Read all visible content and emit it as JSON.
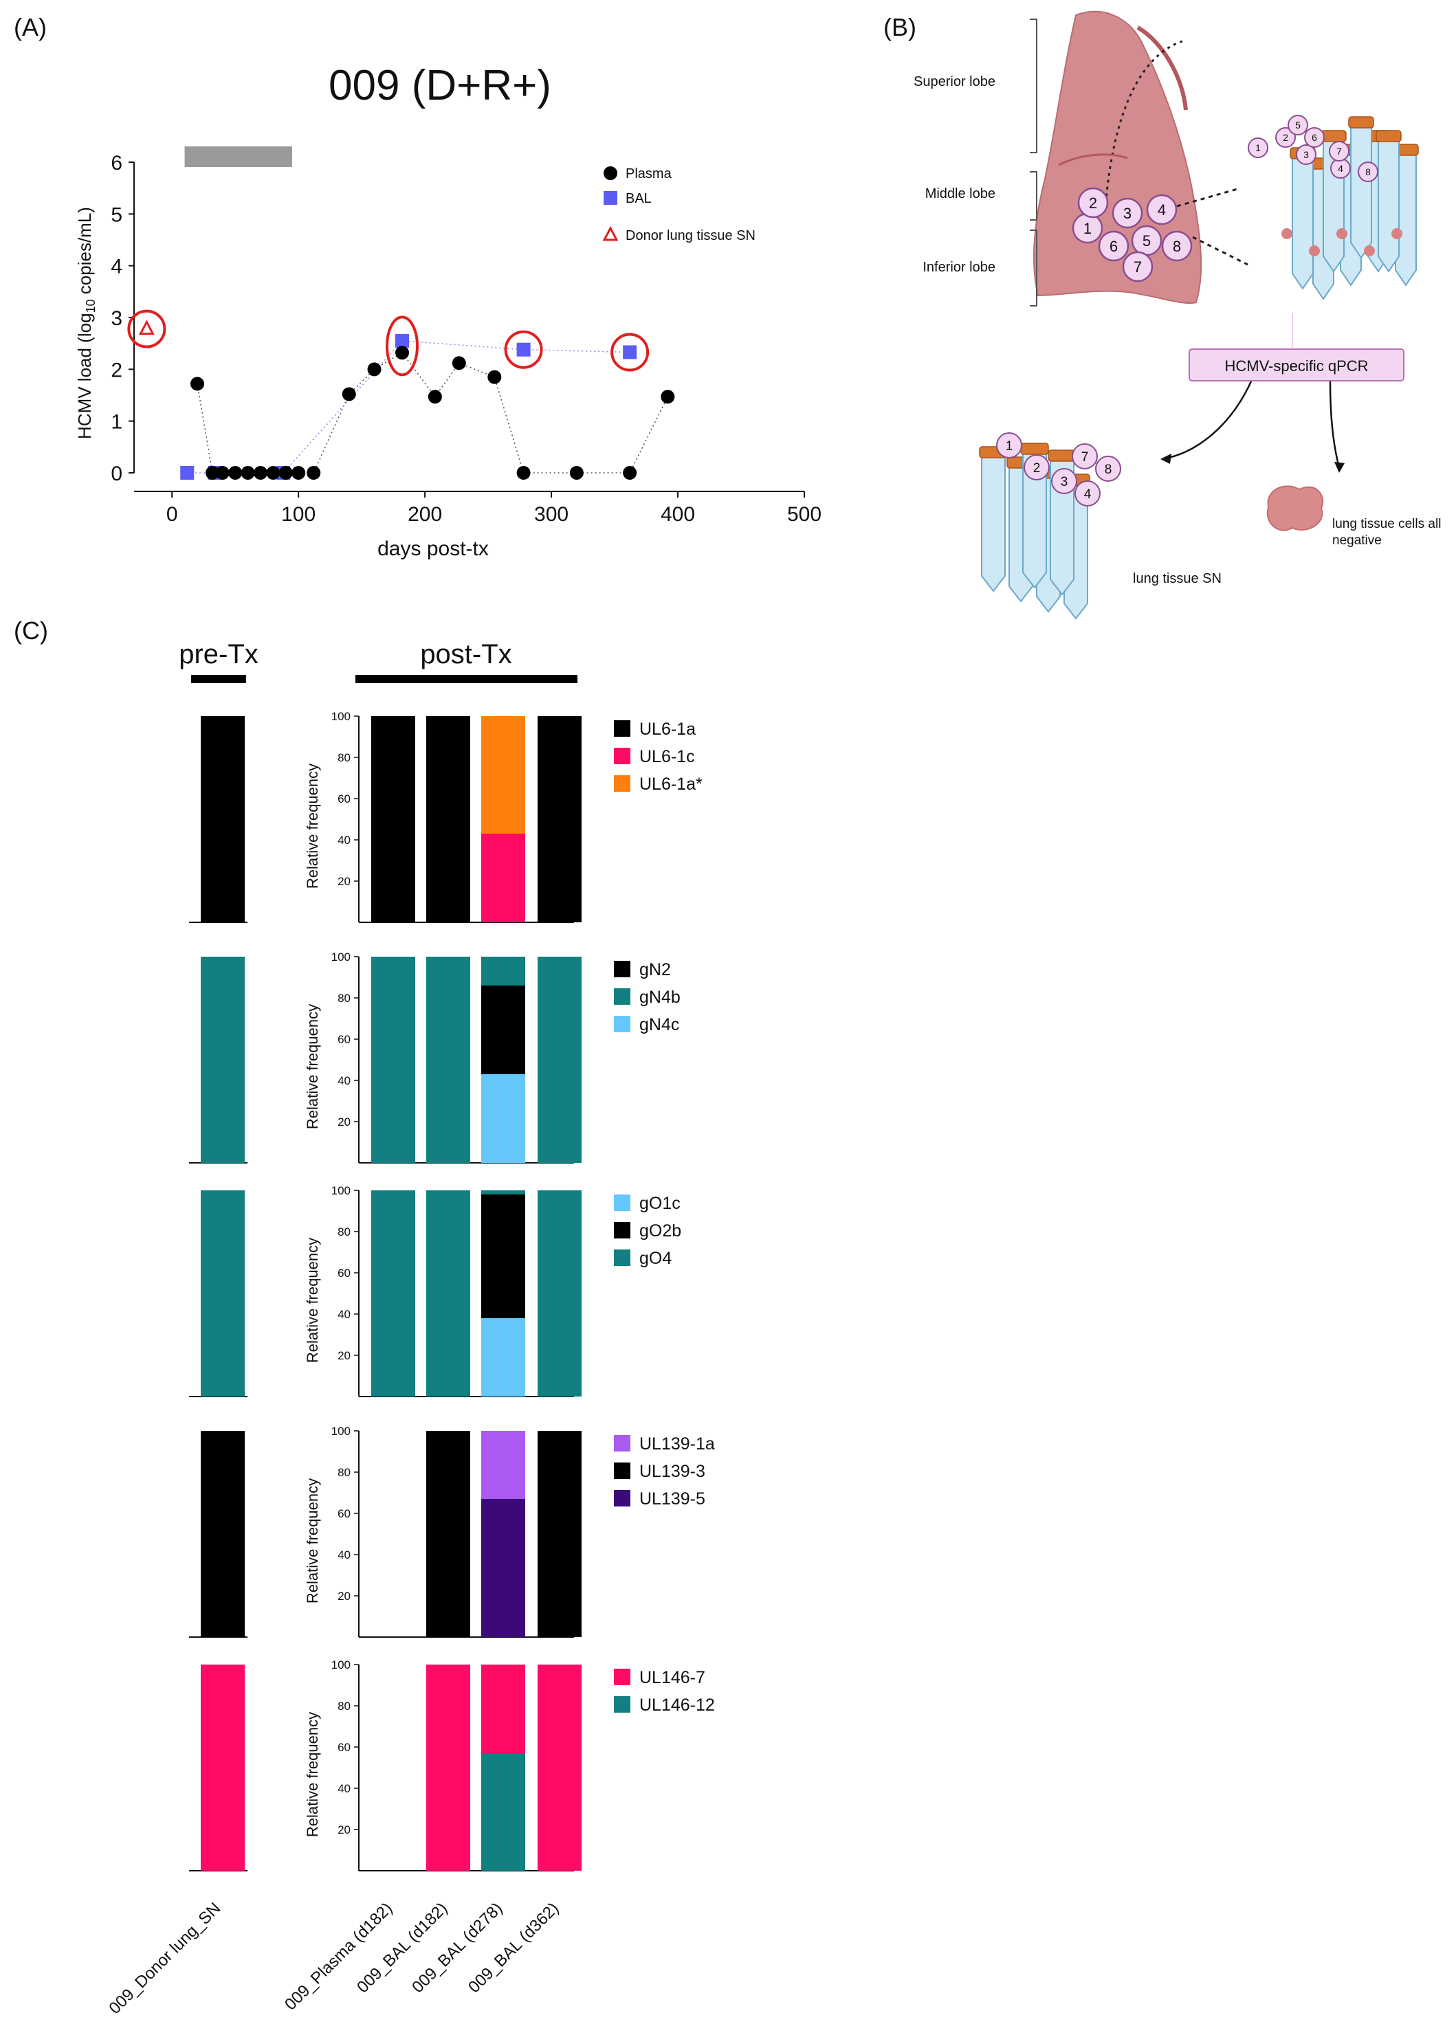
{
  "panels": {
    "A": "(A)",
    "B": "(B)",
    "C": "(C)"
  },
  "colors": {
    "plasma": "#000000",
    "bal": "#5b5bf5",
    "donor": "#e02020",
    "ul6_1a": "#000000",
    "ul6_1c": "#ff0a64",
    "ul6_1a_star": "#ff7f0e",
    "teal": "#128080",
    "lightblue": "#64c8fa",
    "purple_light": "#aa5af0",
    "purple_dark": "#3c0a78",
    "pink": "#ff0a64",
    "lung": "#d48b8f",
    "tube_cap": "#d9762e",
    "tube_body": "#cfe8f5",
    "circle_fill": "#f3d7f2",
    "circle_stroke": "#8a4c8f"
  },
  "chart_data": [
    {
      "type": "scatter",
      "title": "009 (D+R+)",
      "xlabel": "days post-tx",
      "ylabel": "HCMV load (log10 copies/mL)",
      "xlim": [
        -30,
        500
      ],
      "ylim": [
        0,
        6
      ],
      "xticks": [
        0,
        100,
        200,
        300,
        400,
        500
      ],
      "yticks": [
        0,
        1,
        2,
        3,
        4,
        5,
        6
      ],
      "shaded_period": [
        10,
        95
      ],
      "legend_position": "top-right",
      "series": [
        {
          "name": "Plasma",
          "marker": "circle",
          "points": [
            [
              20,
              1.72
            ],
            [
              32,
              0
            ],
            [
              40,
              0
            ],
            [
              50,
              0
            ],
            [
              60,
              0
            ],
            [
              70,
              0
            ],
            [
              80,
              0
            ],
            [
              90,
              0
            ],
            [
              100,
              0
            ],
            [
              112,
              0
            ],
            [
              140,
              1.52
            ],
            [
              160,
              2.0
            ],
            [
              182,
              2.32
            ],
            [
              208,
              1.47
            ],
            [
              227,
              2.12
            ],
            [
              255,
              1.85
            ],
            [
              278,
              0
            ],
            [
              320,
              0
            ],
            [
              362,
              0
            ],
            [
              392,
              1.47
            ]
          ]
        },
        {
          "name": "BAL",
          "marker": "square",
          "points": [
            [
              12,
              0
            ],
            [
              34,
              0
            ],
            [
              88,
              0
            ],
            [
              182,
              2.55
            ],
            [
              278,
              2.38
            ],
            [
              362,
              2.33
            ]
          ]
        },
        {
          "name": "Donor lung tissue SN",
          "marker": "triangle-open",
          "points": [
            [
              -20,
              2.78
            ]
          ]
        }
      ],
      "highlighted_points": [
        [
          -20,
          2.78
        ],
        [
          182,
          2.45
        ],
        [
          278,
          2.38
        ],
        [
          362,
          2.33
        ]
      ]
    },
    {
      "type": "bar",
      "panel": "C",
      "group_labels": [
        "pre-Tx",
        "post-Tx"
      ],
      "categories": [
        "009_Donor lung_SN",
        "009_Plasma (d182)",
        "009_BAL (d182)",
        "009_BAL (d278)",
        "009_BAL (d362)"
      ],
      "ylabel": "Relative frequency",
      "ylim": [
        0,
        100
      ],
      "yticks": [
        20,
        40,
        60,
        80,
        100
      ],
      "panels": [
        {
          "legend": [
            {
              "name": "UL6-1a",
              "color": "#000000"
            },
            {
              "name": "UL6-1c",
              "color": "#ff0a64"
            },
            {
              "name": "UL6-1a*",
              "color": "#ff7f0e"
            }
          ],
          "bars": [
            [
              {
                "name": "UL6-1a",
                "value": 100
              }
            ],
            [
              {
                "name": "UL6-1a",
                "value": 100
              }
            ],
            [
              {
                "name": "UL6-1a",
                "value": 100
              }
            ],
            [
              {
                "name": "UL6-1c",
                "value": 43
              },
              {
                "name": "UL6-1a*",
                "value": 57
              }
            ],
            [
              {
                "name": "UL6-1a",
                "value": 100
              }
            ]
          ]
        },
        {
          "legend": [
            {
              "name": "gN2",
              "color": "#000000"
            },
            {
              "name": "gN4b",
              "color": "#128080"
            },
            {
              "name": "gN4c",
              "color": "#64c8fa"
            }
          ],
          "bars": [
            [
              {
                "name": "gN4b",
                "value": 100
              }
            ],
            [
              {
                "name": "gN4b",
                "value": 100
              }
            ],
            [
              {
                "name": "gN4b",
                "value": 100
              }
            ],
            [
              {
                "name": "gN4c",
                "value": 43
              },
              {
                "name": "gN2",
                "value": 43
              },
              {
                "name": "gN4b",
                "value": 14
              }
            ],
            [
              {
                "name": "gN4b",
                "value": 100
              }
            ]
          ]
        },
        {
          "legend": [
            {
              "name": "gO1c",
              "color": "#64c8fa"
            },
            {
              "name": "gO2b",
              "color": "#000000"
            },
            {
              "name": "gO4",
              "color": "#128080"
            }
          ],
          "bars": [
            [
              {
                "name": "gO4",
                "value": 100
              }
            ],
            [
              {
                "name": "gO4",
                "value": 100
              }
            ],
            [
              {
                "name": "gO4",
                "value": 100
              }
            ],
            [
              {
                "name": "gO1c",
                "value": 38
              },
              {
                "name": "gO2b",
                "value": 60
              },
              {
                "name": "gO4",
                "value": 2
              }
            ],
            [
              {
                "name": "gO4",
                "value": 100
              }
            ]
          ]
        },
        {
          "legend": [
            {
              "name": "UL139-1a",
              "color": "#aa5af0"
            },
            {
              "name": "UL139-3",
              "color": "#000000"
            },
            {
              "name": "UL139-5",
              "color": "#3c0a78"
            }
          ],
          "bars": [
            [
              {
                "name": "UL139-3",
                "value": 100
              }
            ],
            [],
            [
              {
                "name": "UL139-3",
                "value": 100
              }
            ],
            [
              {
                "name": "UL139-5",
                "value": 67
              },
              {
                "name": "UL139-1a",
                "value": 33
              }
            ],
            [
              {
                "name": "UL139-3",
                "value": 100
              }
            ]
          ]
        },
        {
          "legend": [
            {
              "name": "UL146-7",
              "color": "#ff0a64"
            },
            {
              "name": "UL146-12",
              "color": "#128080"
            }
          ],
          "bars": [
            [
              {
                "name": "UL146-7",
                "value": 100
              }
            ],
            [],
            [
              {
                "name": "UL146-7",
                "value": 100
              }
            ],
            [
              {
                "name": "UL146-12",
                "value": 57
              },
              {
                "name": "UL146-7",
                "value": 43
              }
            ],
            [
              {
                "name": "UL146-7",
                "value": 100
              }
            ]
          ]
        }
      ]
    }
  ],
  "diagram": {
    "lobes": [
      "Superior lobe",
      "Middle lobe",
      "Inferior lobe"
    ],
    "assay": "HCMV-specific qPCR",
    "result_sn": "lung tissue SN",
    "result_cells_line1": "lung tissue cells all",
    "result_cells_line2": "negative",
    "lung_pieces": [
      "1",
      "2",
      "3",
      "4",
      "5",
      "6",
      "7",
      "8"
    ],
    "tubes_all": [
      "1",
      "2",
      "3",
      "4",
      "5",
      "6",
      "7",
      "8"
    ],
    "tubes_positive": [
      "1",
      "2",
      "3",
      "4",
      "7",
      "8"
    ]
  }
}
